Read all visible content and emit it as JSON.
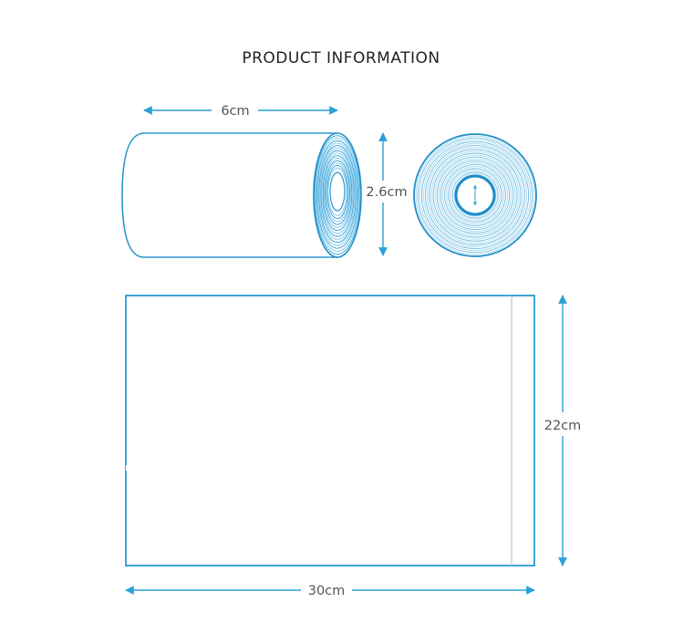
{
  "title": "PRODUCT INFORMATION",
  "dimensions": {
    "roll_width": "6cm",
    "roll_diameter": "2.6cm",
    "bag_height": "22cm",
    "bag_width": "30cm"
  },
  "colors": {
    "accent": "#2aa0d6",
    "outline": "#1e8ec8",
    "bag_outline": "#2b9ad3"
  }
}
